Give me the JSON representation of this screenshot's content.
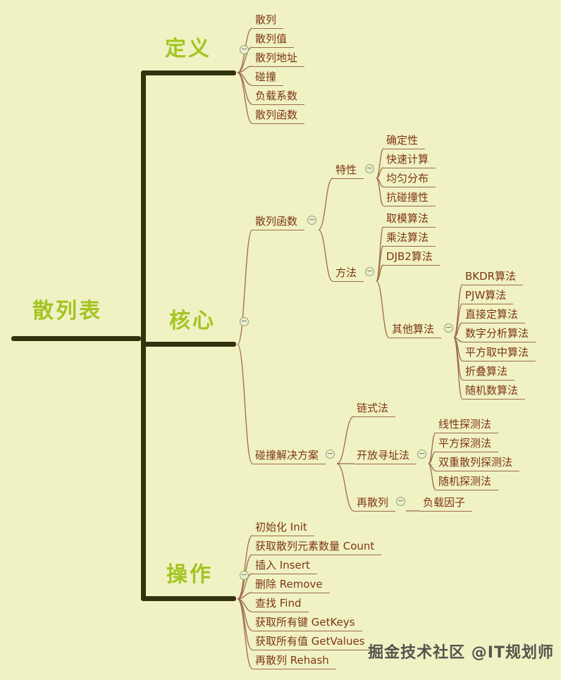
{
  "icons": {
    "collapse": "−"
  },
  "colors": {
    "background": "#f0f2c4",
    "accent_green": "#a4c422",
    "trunk": "#32320e",
    "node_text": "#7d3514",
    "connector": "#9d6a4a",
    "watermark": "#3c3c3c"
  },
  "root": {
    "label": "散列表"
  },
  "branches": [
    {
      "label": "定义",
      "children": [
        {
          "label": "散列"
        },
        {
          "label": "散列值"
        },
        {
          "label": "散列地址"
        },
        {
          "label": "碰撞"
        },
        {
          "label": "负载系数"
        },
        {
          "label": "散列函数"
        }
      ]
    },
    {
      "label": "核心",
      "children": [
        {
          "label": "散列函数",
          "children": [
            {
              "label": "特性",
              "children": [
                {
                  "label": "确定性"
                },
                {
                  "label": "快速计算"
                },
                {
                  "label": "均匀分布"
                },
                {
                  "label": "抗碰撞性"
                }
              ]
            },
            {
              "label": "方法",
              "children": [
                {
                  "label": "取模算法"
                },
                {
                  "label": "乘法算法"
                },
                {
                  "label": "DJB2算法"
                },
                {
                  "label": "其他算法",
                  "children": [
                    {
                      "label": "BKDR算法"
                    },
                    {
                      "label": "PJW算法"
                    },
                    {
                      "label": "直接定算法"
                    },
                    {
                      "label": "数字分析算法"
                    },
                    {
                      "label": "平方取中算法"
                    },
                    {
                      "label": "折叠算法"
                    },
                    {
                      "label": "随机数算法"
                    }
                  ]
                }
              ]
            }
          ]
        },
        {
          "label": "碰撞解决方案",
          "children": [
            {
              "label": "链式法"
            },
            {
              "label": "开放寻址法",
              "children": [
                {
                  "label": "线性探测法"
                },
                {
                  "label": "平方探测法"
                },
                {
                  "label": "双重散列探测法"
                },
                {
                  "label": "随机探测法"
                }
              ]
            },
            {
              "label": "再散列",
              "children": [
                {
                  "label": "负载因子"
                }
              ]
            }
          ]
        }
      ]
    },
    {
      "label": "操作",
      "children": [
        {
          "label": "初始化 Init"
        },
        {
          "label": "获取散列元素数量 Count"
        },
        {
          "label": "插入 Insert"
        },
        {
          "label": "删除 Remove"
        },
        {
          "label": "查找 Find"
        },
        {
          "label": "获取所有键 GetKeys"
        },
        {
          "label": "获取所有值 GetValues"
        },
        {
          "label": "再散列 Rehash"
        }
      ]
    }
  ],
  "watermark": "掘金技术社区 @IT规划师"
}
